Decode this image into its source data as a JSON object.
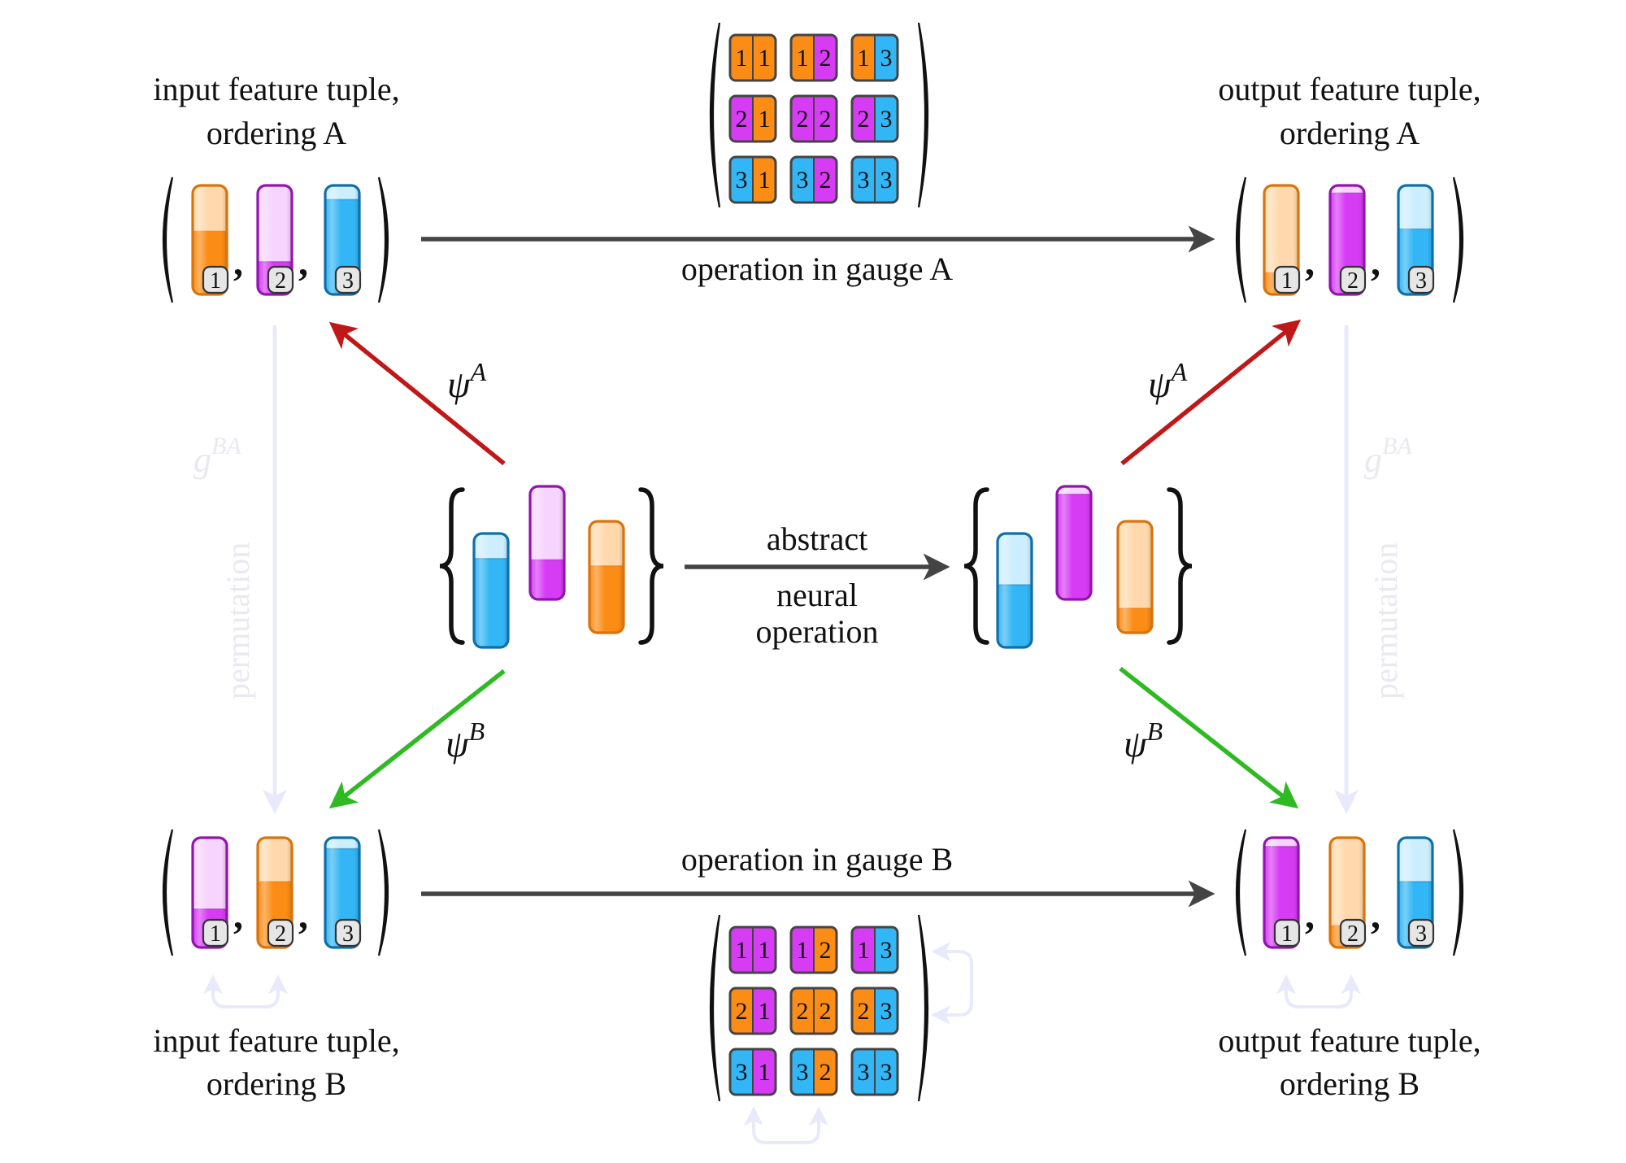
{
  "colors": {
    "orange": {
      "fill": "#fb8c16",
      "light": "#ffd9ad",
      "stroke": "#d9730a"
    },
    "purple": {
      "fill": "#d73cf5",
      "light": "#f6d4fd",
      "stroke": "#9313b0"
    },
    "blue": {
      "fill": "#33b6f5",
      "light": "#cdeefe",
      "stroke": "#0f6fa8"
    },
    "arrow_main": "#444444",
    "arrow_psiA": "#c01818",
    "arrow_psiB": "#2fba24",
    "arrow_faint": "#e8eafc",
    "badge_fill": "#e6e6e6",
    "badge_stroke": "#333333"
  },
  "labels": {
    "top_left": [
      "input feature tuple,",
      "ordering A"
    ],
    "top_right": [
      "output feature tuple,",
      "ordering A"
    ],
    "bottom_left": [
      "input feature tuple,",
      "ordering B"
    ],
    "bottom_right": [
      "output feature tuple,",
      "ordering B"
    ],
    "op_gauge_a": "operation in gauge A",
    "op_gauge_b": "operation in gauge B",
    "abstract_top": "abstract",
    "abstract_bottom": [
      "neural",
      "operation"
    ],
    "psi": "ψ",
    "psi_A_sup": "A",
    "psi_B_sup": "B",
    "g": "g",
    "g_sup": "BA",
    "permutation": "permutation"
  },
  "tuples": {
    "top_left": [
      {
        "color": "orange",
        "fill": 0.58,
        "badge": "1"
      },
      {
        "color": "purple",
        "fill": 0.3,
        "badge": "2"
      },
      {
        "color": "blue",
        "fill": 0.87,
        "badge": "3"
      }
    ],
    "top_right": [
      {
        "color": "orange",
        "fill": 0.2,
        "badge": "1"
      },
      {
        "color": "purple",
        "fill": 0.93,
        "badge": "2"
      },
      {
        "color": "blue",
        "fill": 0.6,
        "badge": "3"
      }
    ],
    "bottom_left": [
      {
        "color": "purple",
        "fill": 0.35,
        "badge": "1"
      },
      {
        "color": "orange",
        "fill": 0.6,
        "badge": "2"
      },
      {
        "color": "blue",
        "fill": 0.9,
        "badge": "3"
      }
    ],
    "bottom_right": [
      {
        "color": "purple",
        "fill": 0.92,
        "badge": "1"
      },
      {
        "color": "orange",
        "fill": 0.2,
        "badge": "2"
      },
      {
        "color": "blue",
        "fill": 0.6,
        "badge": "3"
      }
    ]
  },
  "sets": {
    "input": [
      {
        "color": "blue",
        "fill": 0.78
      },
      {
        "color": "purple",
        "fill": 0.35
      },
      {
        "color": "orange",
        "fill": 0.6
      }
    ],
    "output": [
      {
        "color": "blue",
        "fill": 0.55
      },
      {
        "color": "purple",
        "fill": 0.93
      },
      {
        "color": "orange",
        "fill": 0.22
      }
    ]
  },
  "matrices": {
    "gauge_a": {
      "color_order": [
        "orange",
        "purple",
        "blue"
      ],
      "cells": [
        [
          "1",
          "1"
        ],
        [
          "1",
          "2"
        ],
        [
          "1",
          "3"
        ],
        [
          "2",
          "1"
        ],
        [
          "2",
          "2"
        ],
        [
          "2",
          "3"
        ],
        [
          "3",
          "1"
        ],
        [
          "3",
          "2"
        ],
        [
          "3",
          "3"
        ]
      ]
    },
    "gauge_b": {
      "color_order": [
        "purple",
        "orange",
        "blue"
      ],
      "cells": [
        [
          "1",
          "1"
        ],
        [
          "1",
          "2"
        ],
        [
          "1",
          "3"
        ],
        [
          "2",
          "1"
        ],
        [
          "2",
          "2"
        ],
        [
          "2",
          "3"
        ],
        [
          "3",
          "1"
        ],
        [
          "3",
          "2"
        ],
        [
          "3",
          "3"
        ]
      ]
    }
  }
}
